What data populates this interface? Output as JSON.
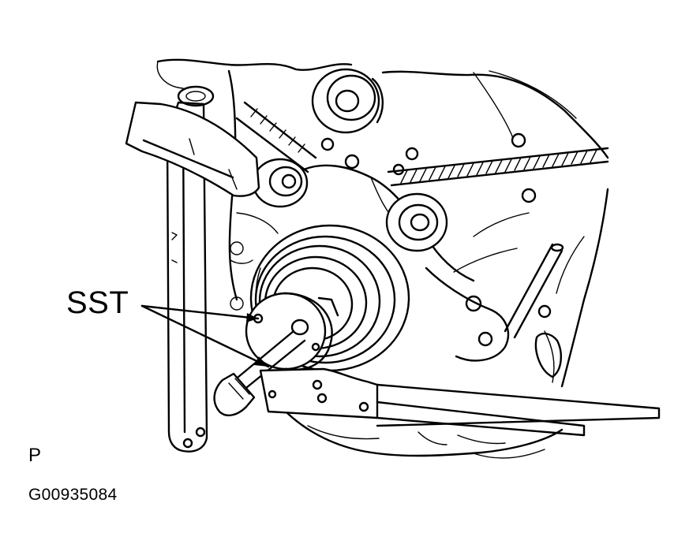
{
  "figure": {
    "callout_label": "SST",
    "view_letter": "P",
    "figure_id": "G00935084"
  },
  "colors": {
    "ink": "#000000",
    "paper": "#ffffff"
  }
}
